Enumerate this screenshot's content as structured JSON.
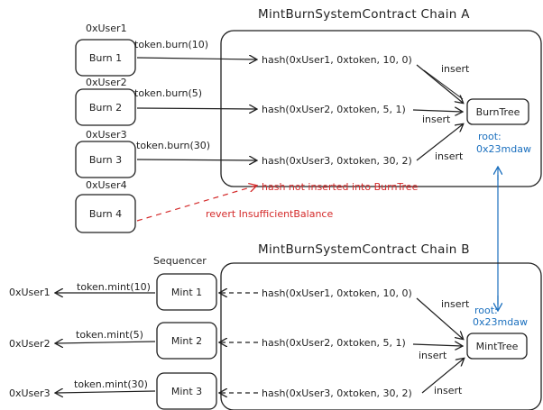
{
  "chain_a": {
    "title": "MintBurnSystemContract Chain A",
    "tree_label": "BurnTree",
    "root_label": "root:",
    "root_value": "0x23mdaw",
    "hashes": [
      "hash(0xUser1, 0xtoken, 10, 0)",
      "hash(0xUser2, 0xtoken, 5, 1)",
      "hash(0xUser3, 0xtoken, 30, 2)"
    ],
    "insert_labels": [
      "insert",
      "insert",
      "insert"
    ],
    "failed_hash": "hash not inserted into BurnTree",
    "revert_label": "revert InsufficientBalance"
  },
  "burns": [
    {
      "user": "0xUser1",
      "box": "Burn 1",
      "call": "token.burn(10)"
    },
    {
      "user": "0xUser2",
      "box": "Burn 2",
      "call": "token.burn(5)"
    },
    {
      "user": "0xUser3",
      "box": "Burn 3",
      "call": "token.burn(30)"
    },
    {
      "user": "0xUser4",
      "box": "Burn 4",
      "call": ""
    }
  ],
  "sequencer_label": "Sequencer",
  "chain_b": {
    "title": "MintBurnSystemContract Chain B",
    "tree_label": "MintTree",
    "root_label": "root:",
    "root_value": "0x23mdaw",
    "hashes": [
      "hash(0xUser1, 0xtoken, 10, 0)",
      "hash(0xUser2, 0xtoken, 5, 1)",
      "hash(0xUser3, 0xtoken, 30, 2)"
    ],
    "insert_labels": [
      "insert",
      "insert",
      "insert"
    ]
  },
  "mints": [
    {
      "user": "0xUser1",
      "box": "Mint 1",
      "call": "token.mint(10)"
    },
    {
      "user": "0xUser2",
      "box": "Mint 2",
      "call": "token.mint(5)"
    },
    {
      "user": "0xUser3",
      "box": "Mint 3",
      "call": "token.mint(30)"
    }
  ],
  "colors": {
    "ink": "#1f1f1f",
    "error": "#d42a2a",
    "root": "#1a6fbe"
  }
}
